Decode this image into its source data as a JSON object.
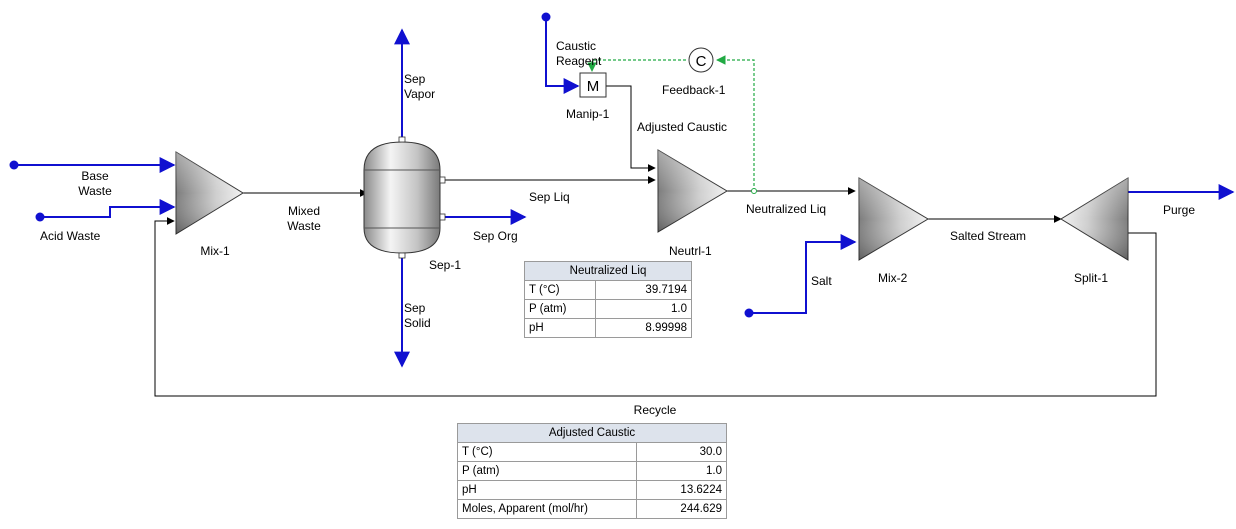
{
  "units": {
    "mix1": "Mix-1",
    "sep1": "Sep-1",
    "neutrl1": "Neutrl-1",
    "mix2": "Mix-2",
    "split1": "Split-1",
    "manip1": "Manip-1",
    "manip1_symbol": "M",
    "feedback1": "Feedback-1",
    "feedback1_symbol": "C"
  },
  "streams": {
    "base_waste": [
      "Base",
      "Waste"
    ],
    "acid_waste": "Acid Waste",
    "mixed_waste": [
      "Mixed",
      "Waste"
    ],
    "sep_vapor": [
      "Sep",
      "Vapor"
    ],
    "sep_liq": "Sep Liq",
    "sep_org": "Sep Org",
    "sep_solid": [
      "Sep",
      "Solid"
    ],
    "caustic_reagent": [
      "Caustic",
      "Reagent"
    ],
    "adjusted_caustic": "Adjusted Caustic",
    "neutralized_liq": "Neutralized Liq",
    "salt": "Salt",
    "salted_stream": "Salted Stream",
    "purge": "Purge",
    "recycle": "Recycle"
  },
  "tables": {
    "neutralized_liq": {
      "title": "Neutralized Liq",
      "rows": [
        {
          "label": "T (°C)",
          "value": "39.7194"
        },
        {
          "label": "P (atm)",
          "value": "1.0"
        },
        {
          "label": "pH",
          "value": "8.99998"
        }
      ]
    },
    "adjusted_caustic": {
      "title": "Adjusted Caustic",
      "rows": [
        {
          "label": "T (°C)",
          "value": "30.0"
        },
        {
          "label": "P (atm)",
          "value": "1.0"
        },
        {
          "label": "pH",
          "value": "13.6224"
        },
        {
          "label": "Moles, Apparent (mol/hr)",
          "value": "244.629"
        }
      ]
    }
  },
  "colors": {
    "feed_stream": "#1010d0",
    "process_stream": "#000000",
    "control_signal": "#22aa44",
    "table_header": "#dde3ec"
  }
}
